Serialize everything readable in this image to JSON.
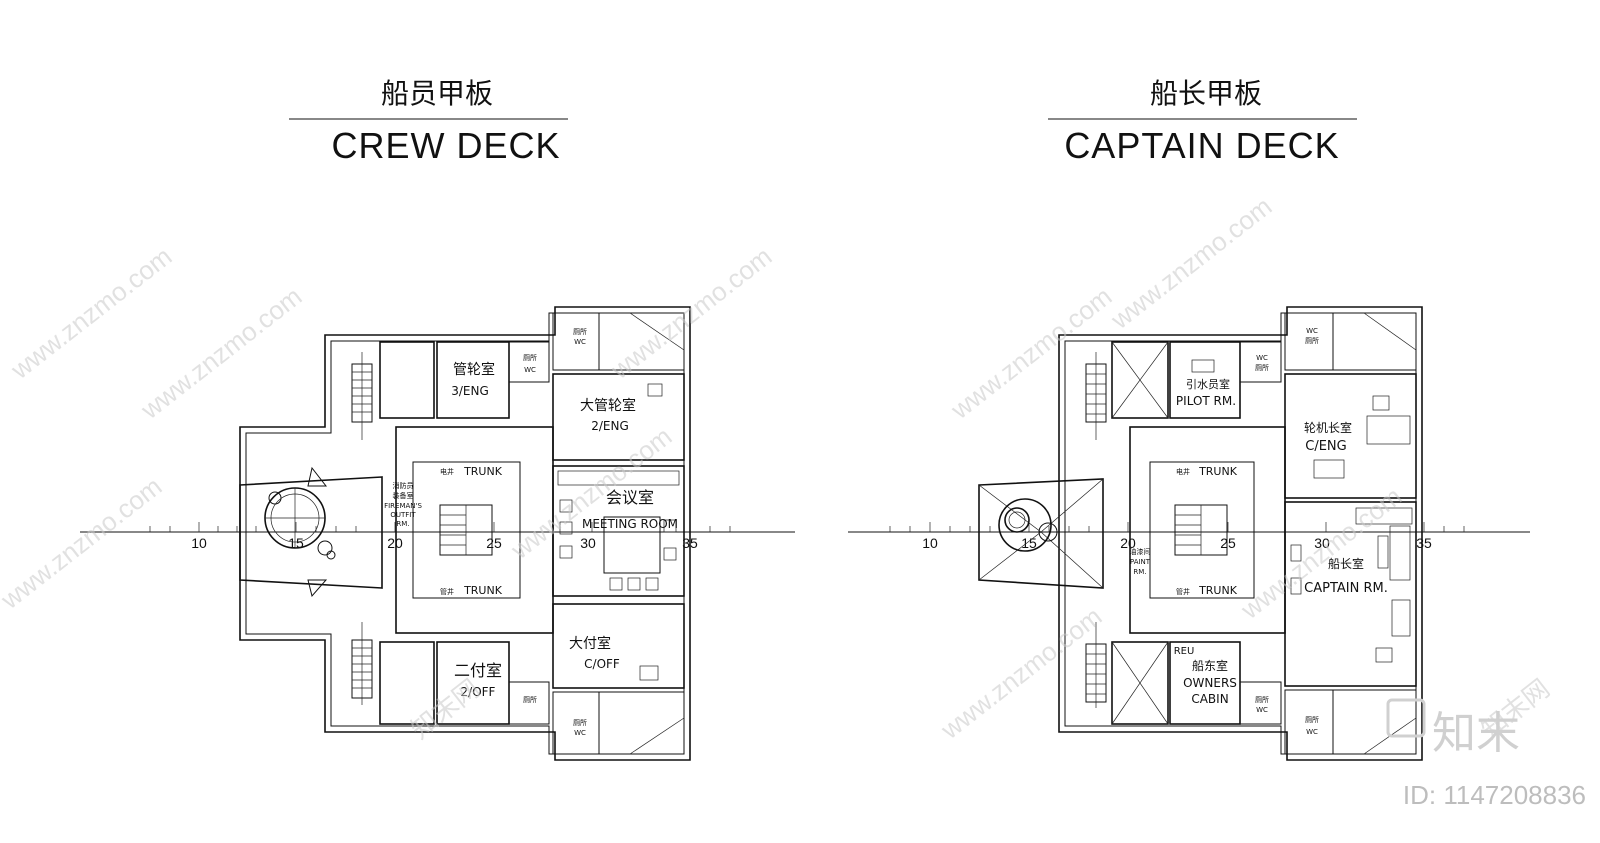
{
  "crew_deck": {
    "title_cn": "船员甲板",
    "title_en": "CREW DECK",
    "rooms": {
      "eng3_cn": "管轮室",
      "eng3_en": "3/ENG",
      "eng2_cn": "大管轮室",
      "eng2_en": "2/ENG",
      "meeting_cn": "会议室",
      "meeting_en": "MEETING ROOM",
      "fireman_cn1": "消防员",
      "fireman_cn2": "装备室",
      "fireman_en1": "FIREMAN'S",
      "fireman_en2": "OUTFIT",
      "fireman_en3": "RM.",
      "trunk_top_cn": "电井",
      "trunk_top_en": "TRUNK",
      "trunk_bot_cn": "管井",
      "trunk_bot_en": "TRUNK",
      "off2_cn": "二付室",
      "off2_en": "2/OFF",
      "coff_cn": "大付室",
      "coff_en": "C/OFF",
      "wc_cn": "厕所",
      "wc_en": "WC"
    }
  },
  "captain_deck": {
    "title_cn": "船长甲板",
    "title_en": "CAPTAIN DECK",
    "rooms": {
      "pilot_cn": "引水员室",
      "pilot_en": "PILOT RM.",
      "ceng_cn": "轮机长室",
      "ceng_en": "C/ENG",
      "paint_cn": "油漆间",
      "paint_en": "PAINT",
      "paint_en2": "RM.",
      "trunk_top_cn": "电井",
      "trunk_top_en": "TRUNK",
      "trunk_bot_cn": "管井",
      "trunk_bot_en": "TRUNK",
      "captain_cn": "船长室",
      "captain_en": "CAPTAIN RM.",
      "owners_tag": "REU",
      "owners_cn": "船东室",
      "owners_en1": "OWNERS",
      "owners_en2": "CABIN",
      "wc_cn": "厕所",
      "wc_en": "WC"
    }
  },
  "frame_ticks": [
    "10",
    "15",
    "20",
    "25",
    "30",
    "35"
  ],
  "watermark": "www.znzmo.com",
  "watermark_cn": "知末网",
  "brand": "知末",
  "id_label": "ID: 1147208836"
}
